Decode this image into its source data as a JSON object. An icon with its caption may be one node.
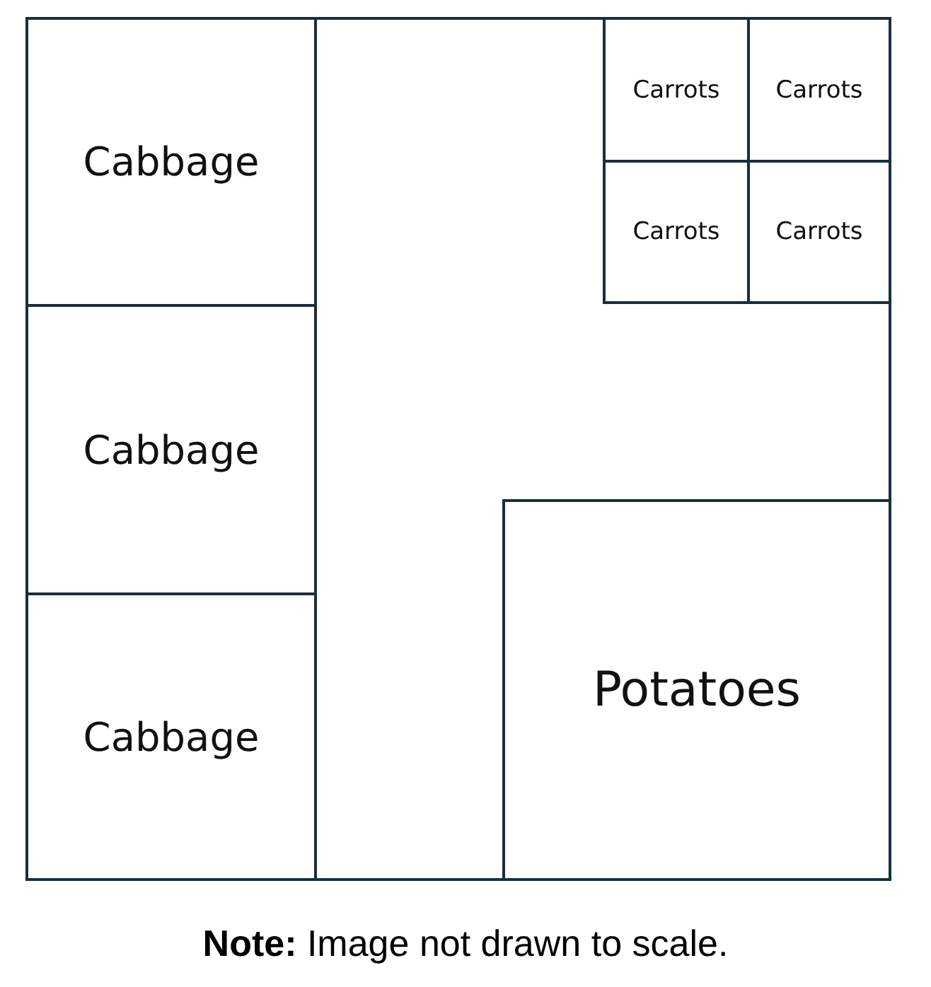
{
  "diagram": {
    "caption": "**Note:**  Image not drawn to scale.",
    "nodes": [
      {
        "text": [],
        "shape": "box"
      },
      {
        "text": [
          "Cabbage"
        ],
        "in": 0
      },
      {
        "text": [
          "Carrots"
        ],
        "in": 0
      },
      {
        "text": [
          "Carrots"
        ],
        "in": 0
      },
      {
        "text": [
          "Carrots"
        ],
        "in": 0
      },
      {
        "text": [
          "Carrots"
        ],
        "in": 0
      },
      {
        "text": [
          "Cabbage"
        ],
        "in": 0
      },
      {
        "text": [
          "Cabbage"
        ],
        "in": 0
      },
      {
        "text": [
          "Potatoes"
        ],
        "in": 0
      }
    ]
  }
}
